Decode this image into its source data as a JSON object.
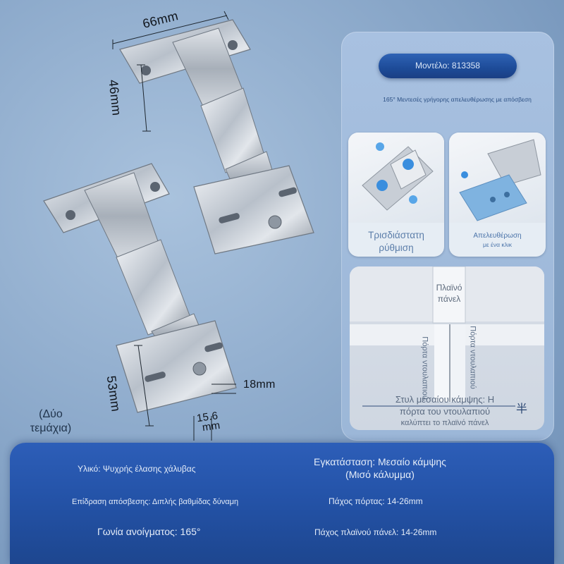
{
  "dimensions": {
    "width_top": "66mm",
    "height_top": "46mm",
    "height_bottom": "53mm",
    "door_gap": "18mm",
    "offset_line1": "15.6",
    "offset_line2": "mm"
  },
  "quantity_note_line1": "(Δύο",
  "quantity_note_line2": "τεμάχια)",
  "panel": {
    "model": "Μοντέλο: 813358",
    "subtitle": "165° Μεντεσές γρήγορης απελευθέρωσης με απόσβεση",
    "card1_label_line1": "Τρισδιάστατη",
    "card1_label_line2": "ρύθμιση",
    "card2_label_line1": "Απελευθέρωση",
    "card2_label_line2": "με ένα κλικ",
    "side_panel_line1": "Πλαϊνό",
    "side_panel_line2": "πάνελ",
    "door_label_left": "Πόρτα ντουλαπιού",
    "door_label_right": "Πόρτα ντουλαπιού",
    "mid_bend_line1": "Στυλ μεσαίου κάμψης: Η",
    "mid_bend_line2": "πόρτα του ντουλαπιού",
    "mid_bend_line3": "καλύπτει το πλαϊνό πάνελ",
    "half_symbol": "半"
  },
  "specs": {
    "material": "Υλικό: Ψυχρής έλασης χάλυβας",
    "installation_line1": "Εγκατάσταση: Μεσαίο κάμψης",
    "installation_line2": "(Μισό κάλυμμα)",
    "damping": "Επίδραση απόσβεσης: Διπλής βαθμίδας δύναμη",
    "door_thickness": "Πάχος πόρτας: 14-26mm",
    "opening_angle": "Γωνία ανοίγματος: 165°",
    "side_panel_thickness": "Πάχος πλαϊνού πάνελ: 14-26mm"
  },
  "colors": {
    "accent_blue": "#2453a8",
    "panel_blue": "#a2bcdc",
    "label_blue": "#4a73a9"
  }
}
